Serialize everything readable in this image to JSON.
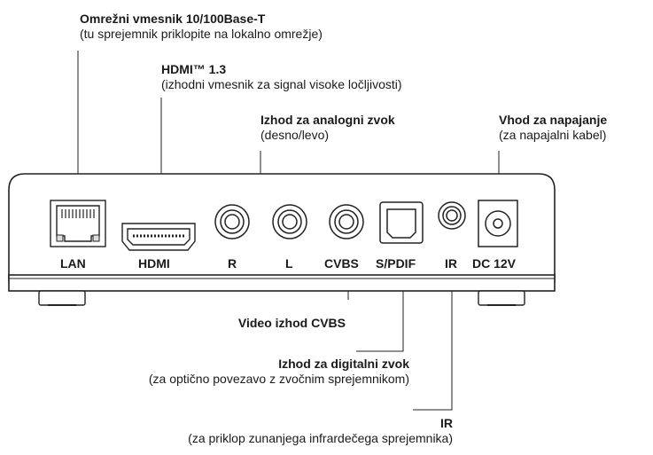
{
  "callouts": {
    "lan": {
      "title": "Omrežni vmesnik 10/100Base-T",
      "desc": "(tu sprejemnik priklopite na lokalno omrežje)"
    },
    "hdmi": {
      "title": "HDMI™ 1.3",
      "desc": "(izhodni vmesnik za signal visoke ločljivosti)"
    },
    "analog": {
      "title": "Izhod za analogni zvok",
      "desc": "(desno/levo)"
    },
    "power": {
      "title": "Vhod za napajanje",
      "desc": "(za napajalni kabel)"
    },
    "cvbs": {
      "title": "Video izhod CVBS"
    },
    "digital": {
      "title": "Izhod za digitalni zvok",
      "desc": "(za optično povezavo z zvočnim sprejemnikom)"
    },
    "ir": {
      "title": "IR",
      "desc": "(za priklop zunanjega infrardečega sprejemnika)"
    }
  },
  "ports": [
    "LAN",
    "HDMI",
    "R",
    "L",
    "CVBS",
    "S/PDIF",
    "IR",
    "DC 12V"
  ]
}
